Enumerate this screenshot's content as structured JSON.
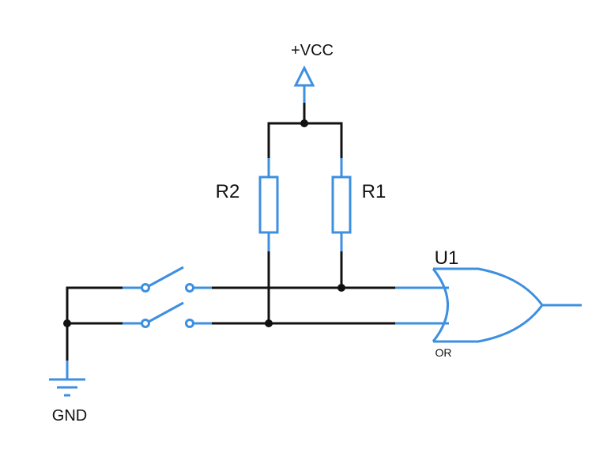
{
  "labels": {
    "vcc": "+VCC",
    "gnd": "GND",
    "r1": "R1",
    "r2": "R2",
    "u1": "U1",
    "gate_type": "OR"
  },
  "colors": {
    "wire": "#111111",
    "component": "#3d8fe0",
    "junction": "#111111"
  }
}
